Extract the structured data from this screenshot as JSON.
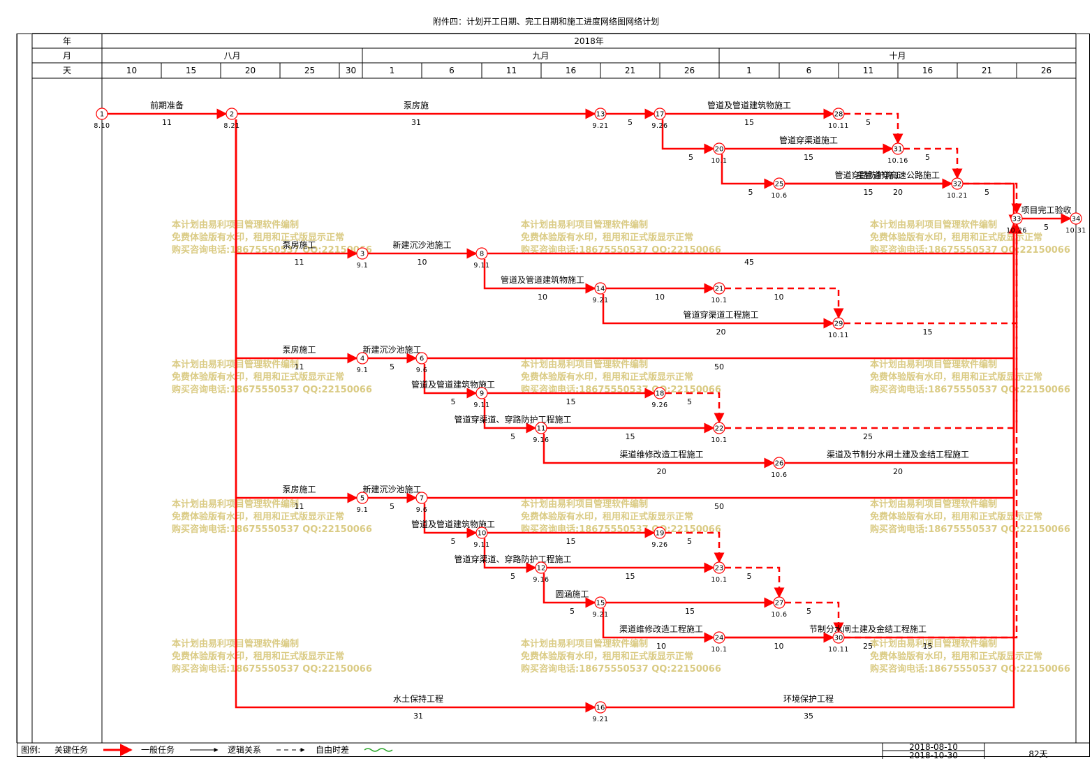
{
  "title": "附件四：计划开工日期、完工日期和施工进度网络图网络计划",
  "header": {
    "year_label": "年",
    "month_label": "月",
    "day_label": "天",
    "year": "2018年",
    "months": [
      "八月",
      "九月",
      "十月"
    ],
    "days": [
      "10",
      "15",
      "20",
      "25",
      "30",
      "1",
      "6",
      "11",
      "16",
      "21",
      "26",
      "1",
      "6",
      "11",
      "16",
      "21",
      "26"
    ]
  },
  "colors": {
    "critical": "#ff0000",
    "normal": "#000000",
    "float": "#33aa33",
    "watermark": "#d4c26f"
  },
  "watermark": {
    "lines": [
      "本计划由易利项目管理软件编制",
      "免费体验版有水印，租用和正式版显示正常",
      "购买咨询电话:18675550537 QQ:22150066"
    ]
  },
  "nodes": [
    {
      "id": "1",
      "date": "8.10"
    },
    {
      "id": "2",
      "date": "8.21"
    },
    {
      "id": "3",
      "date": "9.1"
    },
    {
      "id": "4",
      "date": "9.1"
    },
    {
      "id": "5",
      "date": "9.1"
    },
    {
      "id": "6",
      "date": "9.6"
    },
    {
      "id": "7",
      "date": "9.6"
    },
    {
      "id": "8",
      "date": "9.11"
    },
    {
      "id": "9",
      "date": "9.11"
    },
    {
      "id": "10",
      "date": "9.11"
    },
    {
      "id": "11",
      "date": "9.16"
    },
    {
      "id": "12",
      "date": "9.16"
    },
    {
      "id": "13",
      "date": "9.21"
    },
    {
      "id": "14",
      "date": "9.21"
    },
    {
      "id": "15",
      "date": "9.21"
    },
    {
      "id": "16",
      "date": "9.21"
    },
    {
      "id": "17",
      "date": "9.26"
    },
    {
      "id": "18",
      "date": "9.26"
    },
    {
      "id": "19",
      "date": "9.26"
    },
    {
      "id": "20",
      "date": "10.1"
    },
    {
      "id": "21",
      "date": "10.1"
    },
    {
      "id": "22",
      "date": "10.1"
    },
    {
      "id": "23",
      "date": "10.1"
    },
    {
      "id": "24",
      "date": "10.1"
    },
    {
      "id": "25",
      "date": "10.6"
    },
    {
      "id": "26",
      "date": "10.6"
    },
    {
      "id": "27",
      "date": "10.6"
    },
    {
      "id": "28",
      "date": "10.11"
    },
    {
      "id": "29",
      "date": "10.11"
    },
    {
      "id": "30",
      "date": "10.11"
    },
    {
      "id": "31",
      "date": "10.16"
    },
    {
      "id": "32",
      "date": "10.21"
    },
    {
      "id": "33",
      "date": "10.26"
    },
    {
      "id": "34",
      "date": "10.31"
    }
  ],
  "activities": [
    {
      "from": "1",
      "to": "2",
      "name": "前期准备",
      "duration": "11"
    },
    {
      "from": "2",
      "to": "13",
      "name": "泵房施",
      "duration": "31"
    },
    {
      "from": "13",
      "to": "17",
      "name": "",
      "duration": "5"
    },
    {
      "from": "17",
      "to": "28",
      "name": "管道及管道建筑物施工",
      "duration": "15"
    },
    {
      "from": "28",
      "to": "31",
      "name": "",
      "duration": "5",
      "dummy": true
    },
    {
      "from": "17",
      "to": "20",
      "name": "",
      "duration": "5"
    },
    {
      "from": "20",
      "to": "31",
      "name": "管道穿渠道施工",
      "duration": "15"
    },
    {
      "from": "31",
      "to": "32",
      "name": "",
      "duration": "5",
      "dummy": true
    },
    {
      "from": "20",
      "to": "25",
      "name": "",
      "duration": "5"
    },
    {
      "from": "25",
      "to": "32",
      "name": "管道穿路防护施工",
      "duration": "15"
    },
    {
      "from": "32",
      "to": "33",
      "name": "",
      "duration": "5",
      "dummy": true
    },
    {
      "from": "25",
      "to": "33",
      "name": "主管道穿高速公路施工",
      "duration": "20"
    },
    {
      "from": "33",
      "to": "34",
      "name": "项目完工验收",
      "duration": "5"
    },
    {
      "from": "2",
      "to": "3",
      "name": "泵房施工",
      "duration": "11"
    },
    {
      "from": "3",
      "to": "8",
      "name": "新建沉沙池施工",
      "duration": "10"
    },
    {
      "from": "8",
      "to": "33",
      "name": "",
      "duration": "45"
    },
    {
      "from": "8",
      "to": "14",
      "name": "管道及管道建筑物施工",
      "duration": "10"
    },
    {
      "from": "14",
      "to": "21",
      "name": "",
      "duration": "10"
    },
    {
      "from": "21",
      "to": "29",
      "name": "",
      "duration": "10",
      "dummy": true
    },
    {
      "from": "14",
      "to": "29",
      "name": "管道穿渠道工程施工",
      "duration": "20"
    },
    {
      "from": "29",
      "to": "33",
      "name": "",
      "duration": "15",
      "dummy": true
    },
    {
      "from": "2",
      "to": "4",
      "name": "泵房施工",
      "duration": "11"
    },
    {
      "from": "4",
      "to": "6",
      "name": "新建沉沙池施工",
      "duration": "5"
    },
    {
      "from": "6",
      "to": "33",
      "name": "",
      "duration": "50"
    },
    {
      "from": "6",
      "to": "9",
      "name": "管道及管道建筑物施工",
      "duration": "5"
    },
    {
      "from": "9",
      "to": "18",
      "name": "",
      "duration": "15"
    },
    {
      "from": "18",
      "to": "22",
      "name": "",
      "duration": "5",
      "dummy": true
    },
    {
      "from": "9",
      "to": "11",
      "name": "管道穿渠道、穿路防护工程施工",
      "duration": "5"
    },
    {
      "from": "11",
      "to": "22",
      "name": "",
      "duration": "15"
    },
    {
      "from": "22",
      "to": "33",
      "name": "",
      "duration": "25",
      "dummy": true
    },
    {
      "from": "11",
      "to": "26",
      "name": "渠道维修改造工程施工",
      "duration": "20"
    },
    {
      "from": "26",
      "to": "33",
      "name": "渠道及节制分水闸土建及金结工程施工",
      "duration": "20"
    },
    {
      "from": "2",
      "to": "5",
      "name": "泵房施工",
      "duration": "11"
    },
    {
      "from": "5",
      "to": "7",
      "name": "新建沉沙池施工",
      "duration": "5"
    },
    {
      "from": "7",
      "to": "33",
      "name": "",
      "duration": "50"
    },
    {
      "from": "7",
      "to": "10",
      "name": "管道及管道建筑物施工",
      "duration": "5"
    },
    {
      "from": "10",
      "to": "19",
      "name": "",
      "duration": "15"
    },
    {
      "from": "19",
      "to": "23",
      "name": "",
      "duration": "5",
      "dummy": true
    },
    {
      "from": "10",
      "to": "12",
      "name": "管道穿渠道、穿路防护工程施工",
      "duration": "5"
    },
    {
      "from": "12",
      "to": "23",
      "name": "",
      "duration": "15"
    },
    {
      "from": "23",
      "to": "27",
      "name": "",
      "duration": "5",
      "dummy": true
    },
    {
      "from": "12",
      "to": "15",
      "name": "圆涵施工",
      "duration": "5"
    },
    {
      "from": "15",
      "to": "27",
      "name": "",
      "duration": "15"
    },
    {
      "from": "27",
      "to": "30",
      "name": "",
      "duration": "5",
      "dummy": true
    },
    {
      "from": "15",
      "to": "24",
      "name": "渠道维修改造工程施工",
      "duration": "10"
    },
    {
      "from": "24",
      "to": "30",
      "name": "",
      "duration": "10"
    },
    {
      "from": "30",
      "to": "33",
      "name": "",
      "duration": "15",
      "dummy": true
    },
    {
      "from": "24",
      "to": "33",
      "name": "节制分水闸土建及金结工程施工",
      "duration": "25"
    },
    {
      "from": "2",
      "to": "16",
      "name": "水土保持工程",
      "duration": "31"
    },
    {
      "from": "16",
      "to": "33",
      "name": "环境保护工程",
      "duration": "35"
    }
  ],
  "legend": {
    "label": "图例:",
    "items": [
      {
        "name": "关键任务",
        "style": "critical"
      },
      {
        "name": "一般任务",
        "style": "normal"
      },
      {
        "name": "逻辑关系",
        "style": "logic"
      },
      {
        "name": "自由时差",
        "style": "float"
      }
    ],
    "start_date": "2018-08-10",
    "end_date": "2018-10-30",
    "total": "82天"
  }
}
